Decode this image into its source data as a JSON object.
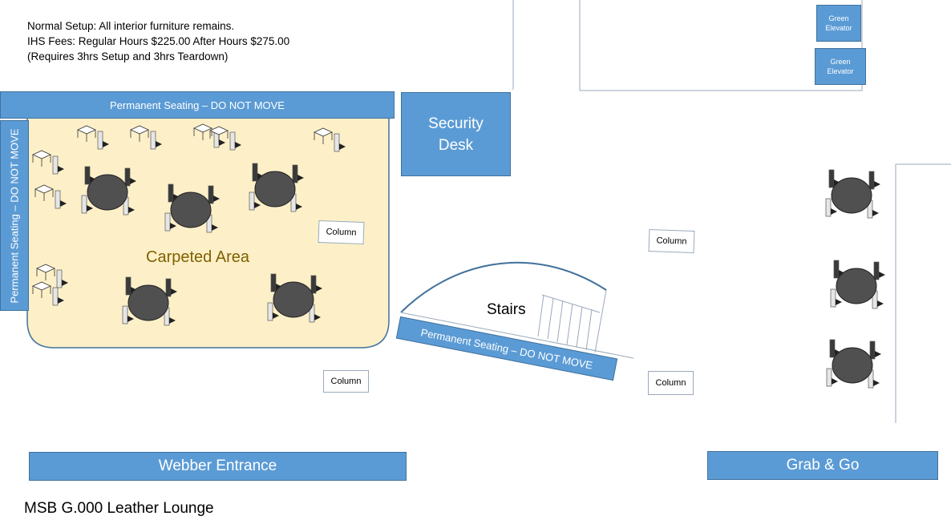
{
  "notes": {
    "line1": "Normal Setup:  All interior furniture remains.",
    "line2": "IHS Fees:  Regular Hours $225.00  After Hours $275.00",
    "line3": "(Requires 3hrs Setup and 3hrs Teardown)"
  },
  "areas": {
    "perm_top": "Permanent Seating – DO NOT MOVE",
    "perm_left": "Permanent Seating – DO NOT MOVE",
    "perm_stairs": "Permanent Seating – DO NOT MOVE",
    "carpet": "Carpeted Area",
    "security": "Security Desk",
    "elevator1": "Green Elevator",
    "elevator2": "Green Elevator",
    "stairs": "Stairs",
    "column1": "Column",
    "column2": "Column",
    "column3": "Column",
    "column4": "Column",
    "webber": "Webber Entrance",
    "grab": "Grab & Go"
  },
  "title": "MSB G.000 Leather Lounge",
  "colors": {
    "blue": "#5b9bd5",
    "border": "#41719c",
    "carpet": "#fdf0c8",
    "carpet_text": "#7f6000"
  }
}
